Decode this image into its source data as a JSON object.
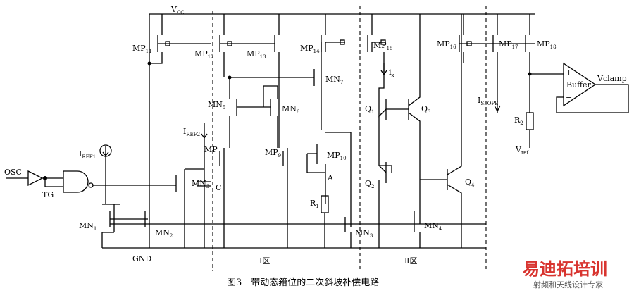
{
  "labels": {
    "vcc": "V",
    "vcc_sub": "CC",
    "osc": "OSC",
    "tg": "TG",
    "gnd": "GND",
    "iref1": "I",
    "iref1_sub": "REF1",
    "iref2": "I",
    "iref2_sub": "REF2",
    "mp11": "MP",
    "mp11_sub": "11",
    "mp12": "MP",
    "mp12_sub": "12",
    "mp13": "MP",
    "mp13_sub": "13",
    "mp14": "MP",
    "mp14_sub": "14",
    "mp15": "MP",
    "mp15_sub": "15",
    "mp16": "MP",
    "mp16_sub": "16",
    "mp17": "MP",
    "mp17_sub": "17",
    "mp18": "MP",
    "mp18_sub": "18",
    "mn7": "MN",
    "mn7_sub": "7",
    "mn5": "MN",
    "mn5_sub": "5",
    "mn6": "MN",
    "mn6_sub": "6",
    "mn3": "MN",
    "mn3_sub": "3",
    "mn1": "MN",
    "mn1_sub": "1",
    "mn2": "MN",
    "mn2_sub": "2",
    "mn4": "MN",
    "mn4_sub": "4",
    "mn_cap": "MN",
    "mn_cap_sub": "3",
    "mp_left": "MP",
    "mp9": "MP",
    "mp9_sub": "9",
    "mp10": "MP",
    "mp10_sub": "10",
    "c1": "C",
    "c1_sub": "1",
    "r1": "R",
    "r1_sub": "1",
    "r2": "R",
    "r2_sub": "2",
    "node_a": "A",
    "q1": "Q",
    "q1_sub": "1",
    "q2": "Q",
    "q2_sub": "2",
    "q3": "Q",
    "q3_sub": "3",
    "q4": "Q",
    "q4_sub": "4",
    "ix": "i",
    "ix_sub": "x",
    "islope": "I",
    "islope_sub": "SLOPE",
    "vref": "V",
    "vref_sub": "ref",
    "buffer": "Buffer",
    "plus": "+",
    "minus": "−",
    "vclamp": "Vclamp",
    "zone1": "Ⅰ区",
    "zone2": "Ⅱ区"
  },
  "caption": "图3　带动态箝位的二次斜坡补偿电路",
  "watermark": {
    "title": "易迪拓培训",
    "subtitle": "射频和天线设计专家"
  }
}
